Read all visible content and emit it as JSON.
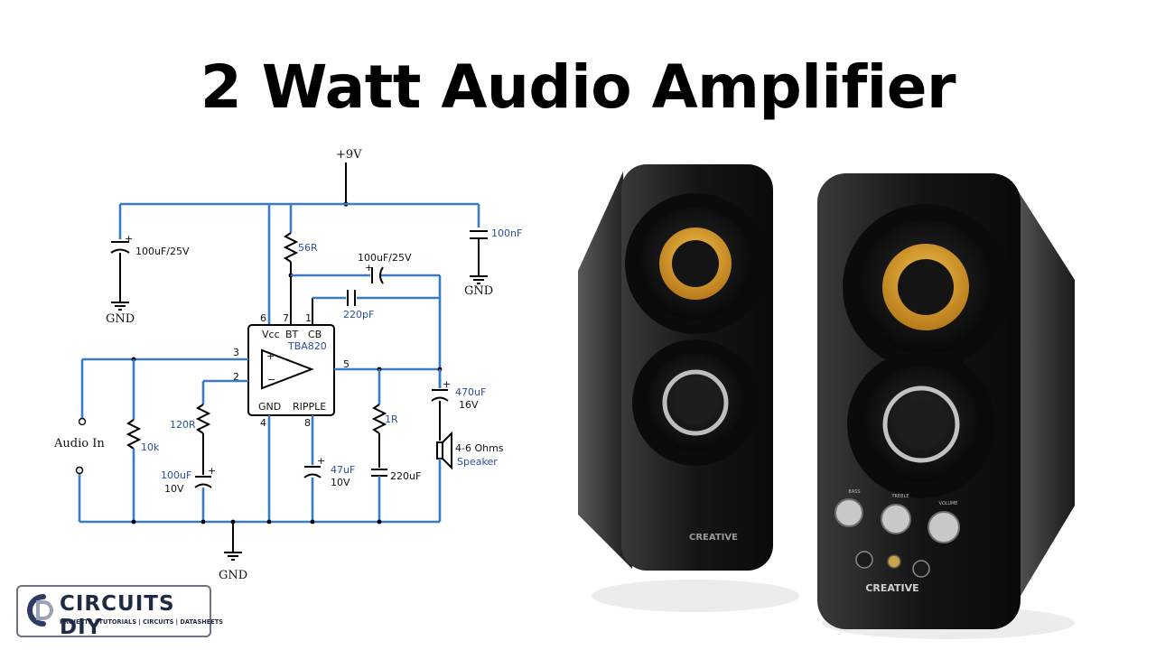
{
  "title": "2 Watt Audio Amplifier",
  "schematic": {
    "supply": "+9V",
    "ic_name": "TBA820",
    "pins": {
      "vcc_label": "Vcc",
      "bt": "BT",
      "cb": "CB",
      "gnd": "GND",
      "ripple": "RIPPLE",
      "p1": "1",
      "p2": "2",
      "p3": "3",
      "p4": "4",
      "p5": "5",
      "p6": "6",
      "p7": "7",
      "p8": "8"
    },
    "components": {
      "c_supply": "100uF/25V",
      "c_100nf": "100nF",
      "r_56": "56R",
      "c_bootstrap": "100uF/25V",
      "c_220pf": "220pF",
      "c_out_value": "470uF",
      "c_out_voltage": "16V",
      "r_1": "1R",
      "c_220uf": "220uF",
      "r_120": "120R",
      "c_fb_value": "100uF",
      "c_fb_voltage": "10V",
      "c_ripple_value": "47uF",
      "c_ripple_voltage": "10V",
      "r_10k": "10k",
      "speaker_value": "4-6 Ohms",
      "speaker_label": "Speaker"
    },
    "gnd_label": "GND",
    "input_label": "Audio In"
  },
  "speakers": {
    "brand": "CREATIVE",
    "knob_labels": [
      "BASS",
      "TREBLE",
      "VOLUME"
    ]
  },
  "logo": {
    "name": "CIRCUITS DIY",
    "tagline": "PROJECTS | TUTORIALS | CIRCUITS | DATASHEETS",
    "mark": "CD"
  },
  "colors": {
    "wire": "#3a7cc4",
    "speaker_ring": "#e0a526",
    "speaker_body": "#141414"
  }
}
